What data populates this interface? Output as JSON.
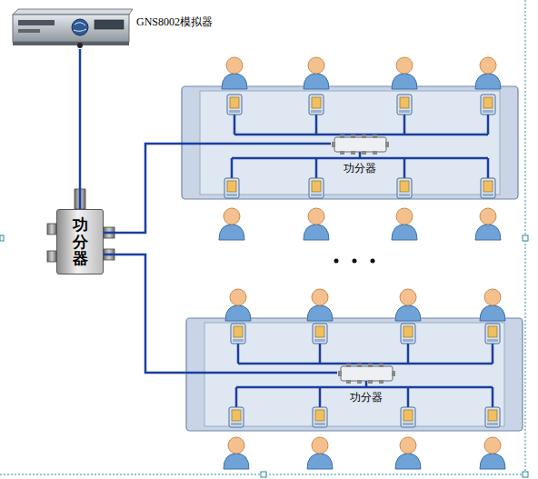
{
  "diagram": {
    "nodes": [
      {
        "text": [
          "GNS8002模拟器"
        ]
      },
      {
        "text": [
          "功分器"
        ]
      },
      {
        "text": [
          "功分器"
        ]
      },
      {
        "text": [
          "功分器"
        ]
      }
    ],
    "edges": [
      {
        "from": 0,
        "to": 1,
        "arrow": "none"
      },
      {
        "from": 1,
        "to": 2,
        "arrow": "none"
      },
      {
        "from": 1,
        "to": 3,
        "arrow": "none"
      }
    ]
  }
}
